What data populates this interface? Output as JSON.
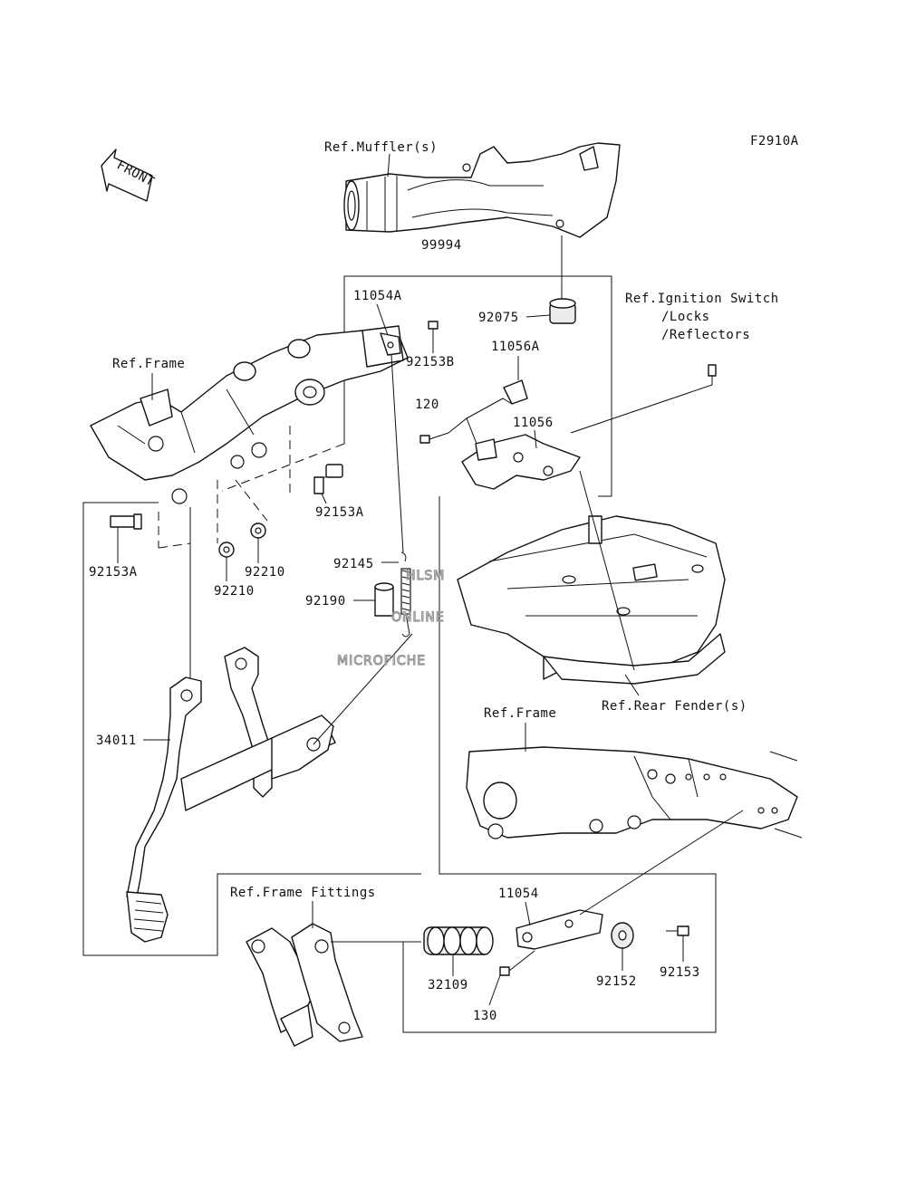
{
  "figure_code": "F2910A",
  "front_arrow_label": "FRONT",
  "watermark": [
    "HLSM",
    "ONLINE",
    "MICROFICHE"
  ],
  "references": {
    "muffler": "Ref.Muffler(s)",
    "frame_top": "Ref.Frame",
    "ignition": [
      "Ref.Ignition Switch",
      "/Locks",
      "/Reflectors"
    ],
    "rear_fender": "Ref.Rear Fender(s)",
    "frame_right": "Ref.Frame",
    "frame_fittings": "Ref.Frame Fittings"
  },
  "part_numbers": {
    "p99994": "99994",
    "p11054A": "11054A",
    "p92075": "92075",
    "p92153B": "92153B",
    "p11056A": "11056A",
    "p120": "120",
    "p11056": "11056",
    "p92153A_upper": "92153A",
    "p92153A_lower": "92153A",
    "p92210_right": "92210",
    "p92210_left": "92210",
    "p92145": "92145",
    "p92190": "92190",
    "p34011": "34011",
    "p11054": "11054",
    "p32109": "32109",
    "p130": "130",
    "p92152": "92152",
    "p92153": "92153"
  }
}
